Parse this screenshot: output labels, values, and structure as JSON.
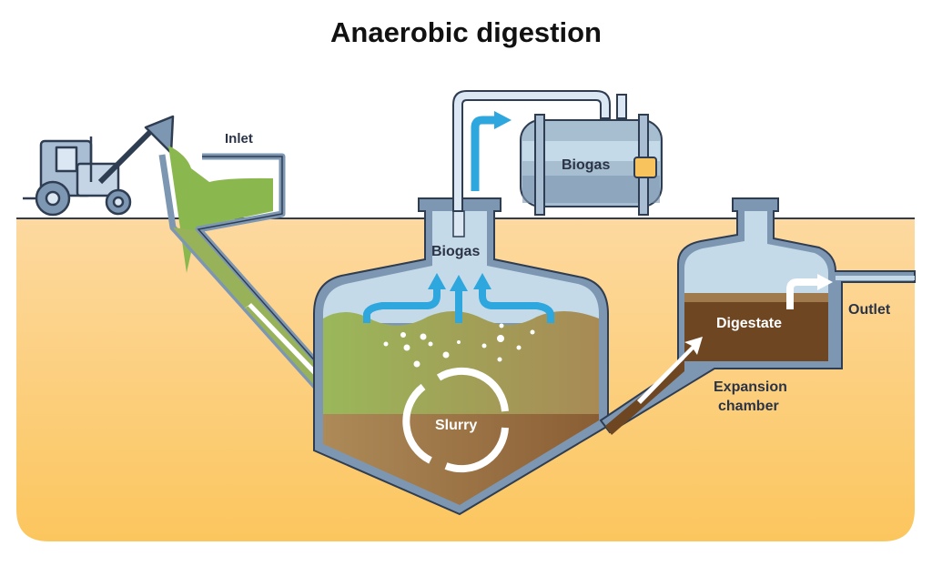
{
  "title": "Anaerobic digestion",
  "labels": {
    "inlet": "Inlet",
    "biogas_tank": "Biogas",
    "biogas_dome": "Biogas",
    "slurry": "Slurry",
    "digestate": "Digestate",
    "outlet": "Outlet",
    "expansion_chamber_line1": "Expansion",
    "expansion_chamber_line2": "chamber"
  },
  "colors": {
    "ground": "#fdd596",
    "wall": "#7d97b3",
    "outline": "#2f3d52",
    "gas": "#c5dae8",
    "arrow_blue": "#2ea6de",
    "feed_green": "#8bb84e",
    "slurry_brown": "#9d7346",
    "digestate_brown": "#6e4622",
    "label_dark": "#2b3447"
  }
}
